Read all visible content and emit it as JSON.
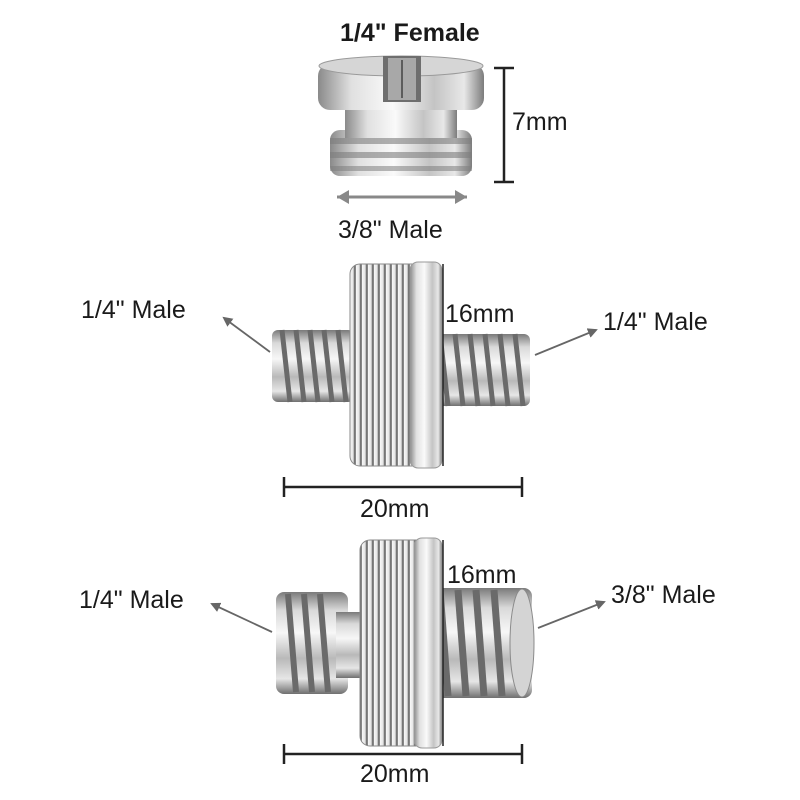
{
  "adapter_top": {
    "top_label": "1/4\" Female",
    "height_label": "7mm",
    "bottom_label": "3/8\" Male"
  },
  "screw_middle": {
    "left_label": "1/4\" Male",
    "right_label": "1/4\" Male",
    "diameter_label": "16mm",
    "length_label": "20mm"
  },
  "screw_bottom": {
    "left_label": "1/4\" Male",
    "right_label": "3/8\" Male",
    "diameter_label": "16mm",
    "length_label": "20mm"
  },
  "colors": {
    "background": "#ffffff",
    "metal_light": "#e8e8e8",
    "metal_dark": "#8a8a8a",
    "arrow": "#555555",
    "dimension_line": "#222222"
  }
}
